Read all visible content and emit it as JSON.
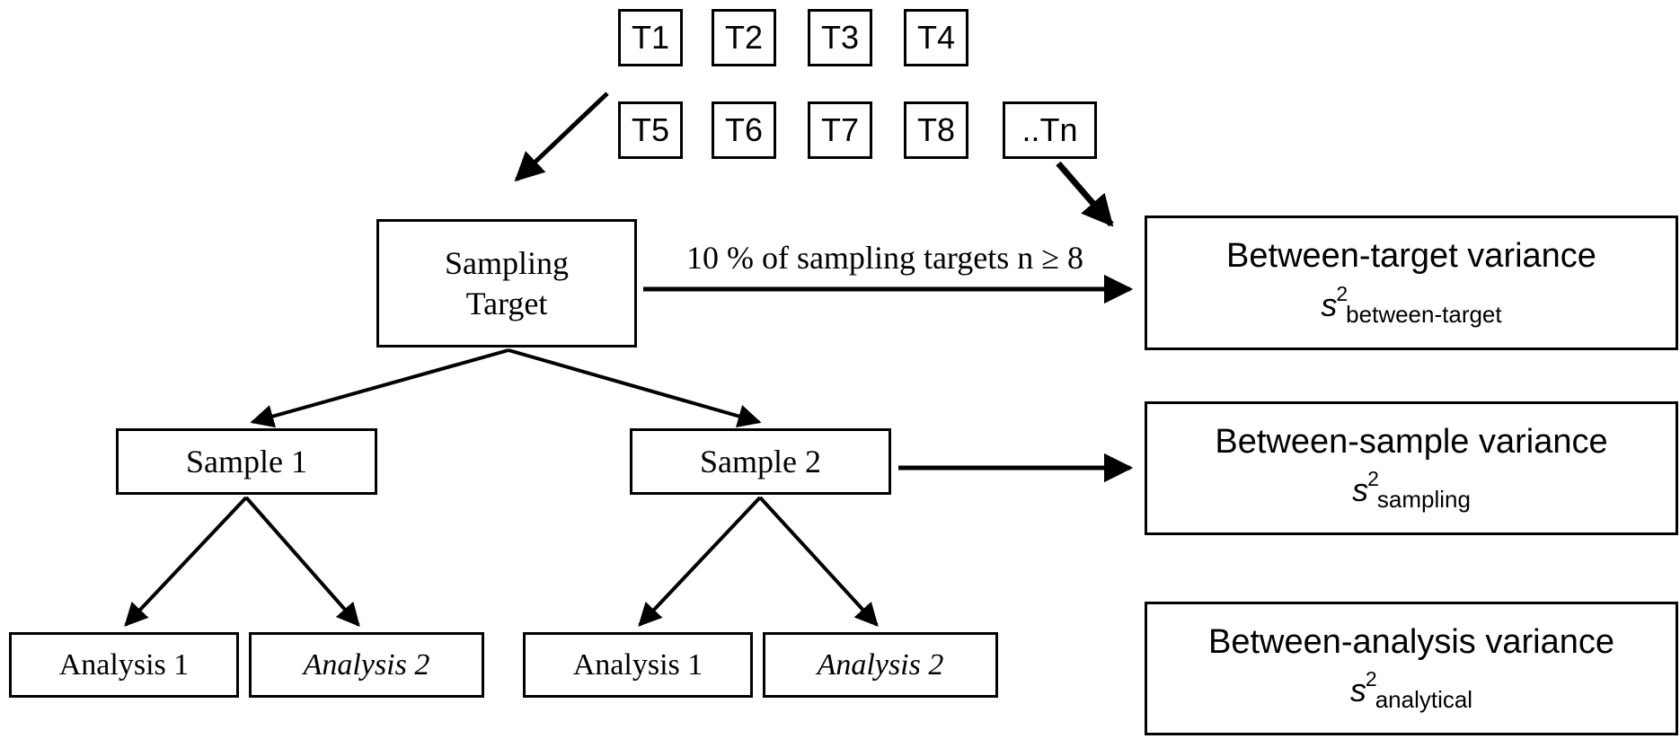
{
  "targets": {
    "row1": [
      "T1",
      "T2",
      "T3",
      "T4"
    ],
    "row2": [
      "T5",
      "T6",
      "T7",
      "T8",
      "..Tn"
    ]
  },
  "tree": {
    "sampling_target": {
      "line1": "Sampling",
      "line2": "Target"
    },
    "sample1": "Sample 1",
    "sample2": "Sample 2",
    "analyses": [
      "Analysis 1",
      "Analysis 2",
      "Analysis 1",
      "Analysis 2"
    ]
  },
  "arrow_label": "10 % of sampling targets n ≥ 8",
  "variance_boxes": [
    {
      "title": "Between-target variance",
      "symbol": "s",
      "exponent": "2",
      "subscript": "between-target"
    },
    {
      "title": "Between-sample variance",
      "symbol": "s",
      "exponent": "2",
      "subscript": "sampling"
    },
    {
      "title": "Between-analysis variance",
      "symbol": "s",
      "exponent": "2",
      "subscript": "analytical"
    }
  ],
  "colors": {
    "line": "#000000",
    "background": "#ffffff"
  }
}
